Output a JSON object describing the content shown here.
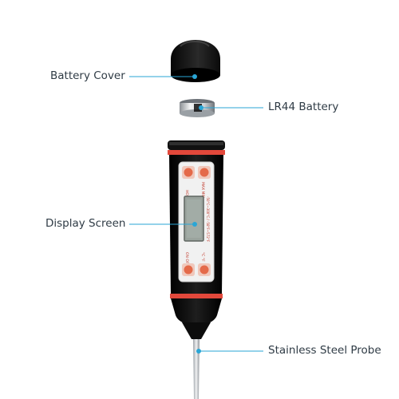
{
  "labels": {
    "battery_cover": "Battery Cover",
    "lr44_battery": "LR44 Battery",
    "display_screen": "Display Screen",
    "probe": "Stainless Steel Probe"
  },
  "device": {
    "button_hold": "HOLD",
    "button_max_min": "MAX MIN",
    "button_on_off": "ON OFF",
    "button_c_f": "°C °F",
    "range_text": "-50°C~300°C / -58°F~572°F"
  },
  "colors": {
    "callout_line": "#2aa6d6",
    "callout_dot": "#2aa6d6",
    "label_text": "#2f3b45",
    "body_black": "#111111",
    "accent_red": "#e2483b",
    "button_orange": "#e46a4a",
    "lcd": "#9aa39d",
    "probe_steel": "#c9ccd0"
  }
}
